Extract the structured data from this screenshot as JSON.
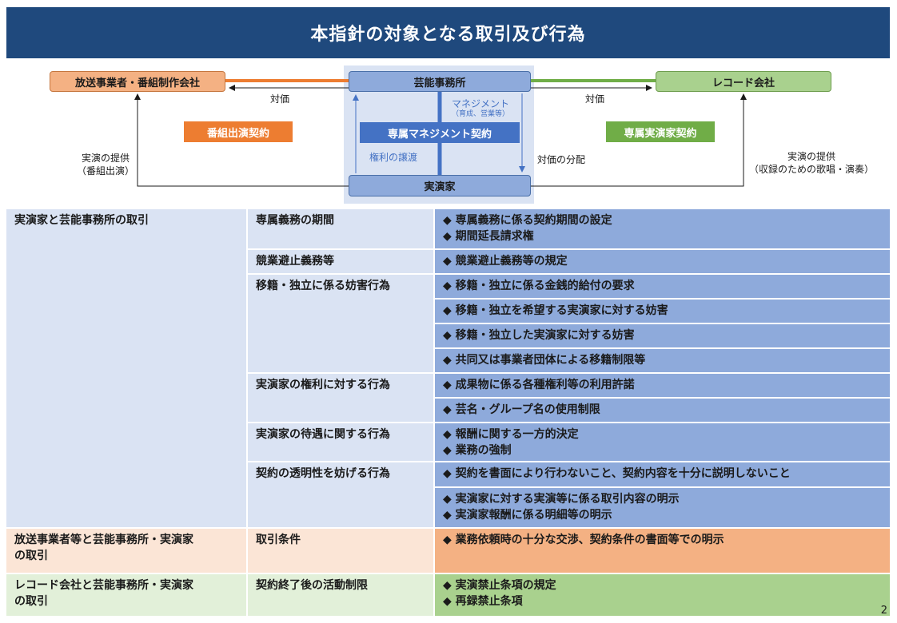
{
  "title": "本指針の対象となる取引及び行為",
  "diagram": {
    "broadcaster": "放送事業者・番組制作会社",
    "agency": "芸能事務所",
    "record": "レコード会社",
    "performer": "実演家",
    "left_price": "対価",
    "right_price": "対価",
    "bangumi_contract": "番組出演契約",
    "jitsuen_contract": "専属実演家契約",
    "mgmt_contract": "専属マネジメント契約",
    "management": "マネジメント",
    "management_sub": "（育成、営業等）",
    "rights_transfer": "権利の譲渡",
    "price_distribution": "対価の分配",
    "left_provide_1": "実演の提供",
    "left_provide_2": "（番組出演）",
    "right_provide_1": "実演の提供",
    "right_provide_2": "（収録のための歌唱・演奏）"
  },
  "table": {
    "sections": [
      {
        "label": "実演家と芸能事務所の取引"
      },
      {
        "label_1": "放送事業者等と芸能事務所・実演家",
        "label_2": "の取引"
      },
      {
        "label_1": "レコード会社と芸能事務所・実演家",
        "label_2": "の取引"
      }
    ],
    "rows": [
      {
        "category": "専属義務の期間",
        "items": [
          "◆ 専属義務に係る契約期間の設定",
          "◆ 期間延長請求権"
        ]
      },
      {
        "category": "競業避止義務等",
        "items": [
          "◆ 競業避止義務等の規定"
        ]
      },
      {
        "category": "移籍・独立に係る妨害行為",
        "items": [
          "◆ 移籍・独立に係る金銭的給付の要求"
        ]
      },
      {
        "category": "",
        "items": [
          "◆ 移籍・独立を希望する実演家に対する妨害"
        ]
      },
      {
        "category": "",
        "items": [
          "◆ 移籍・独立した実演家に対する妨害"
        ]
      },
      {
        "category": "",
        "items": [
          "◆ 共同又は事業者団体による移籍制限等"
        ]
      },
      {
        "category": "実演家の権利に対する行為",
        "items": [
          "◆ 成果物に係る各種権利等の利用許諾"
        ]
      },
      {
        "category": "",
        "items": [
          "◆ 芸名・グループ名の使用制限"
        ]
      },
      {
        "category": "実演家の待遇に関する行為",
        "items": [
          "◆ 報酬に関する一方的決定",
          "◆ 業務の強制"
        ]
      },
      {
        "category": "契約の透明性を妨げる行為",
        "items": [
          "◆ 契約を書面により行わないこと、契約内容を十分に説明しないこと"
        ]
      },
      {
        "category": "",
        "items": [
          "◆ 実演家に対する実演等に係る取引内容の明示",
          "◆ 実演家報酬に係る明細等の明示"
        ]
      },
      {
        "category": "取引条件",
        "items": [
          "◆ 業務依頼時の十分な交渉、契約条件の書面等での明示"
        ]
      },
      {
        "category": "契約終了後の活動制限",
        "items": [
          "◆ 実演禁止条項の規定",
          "◆ 再録禁止条項"
        ]
      }
    ]
  },
  "page_number": "2"
}
